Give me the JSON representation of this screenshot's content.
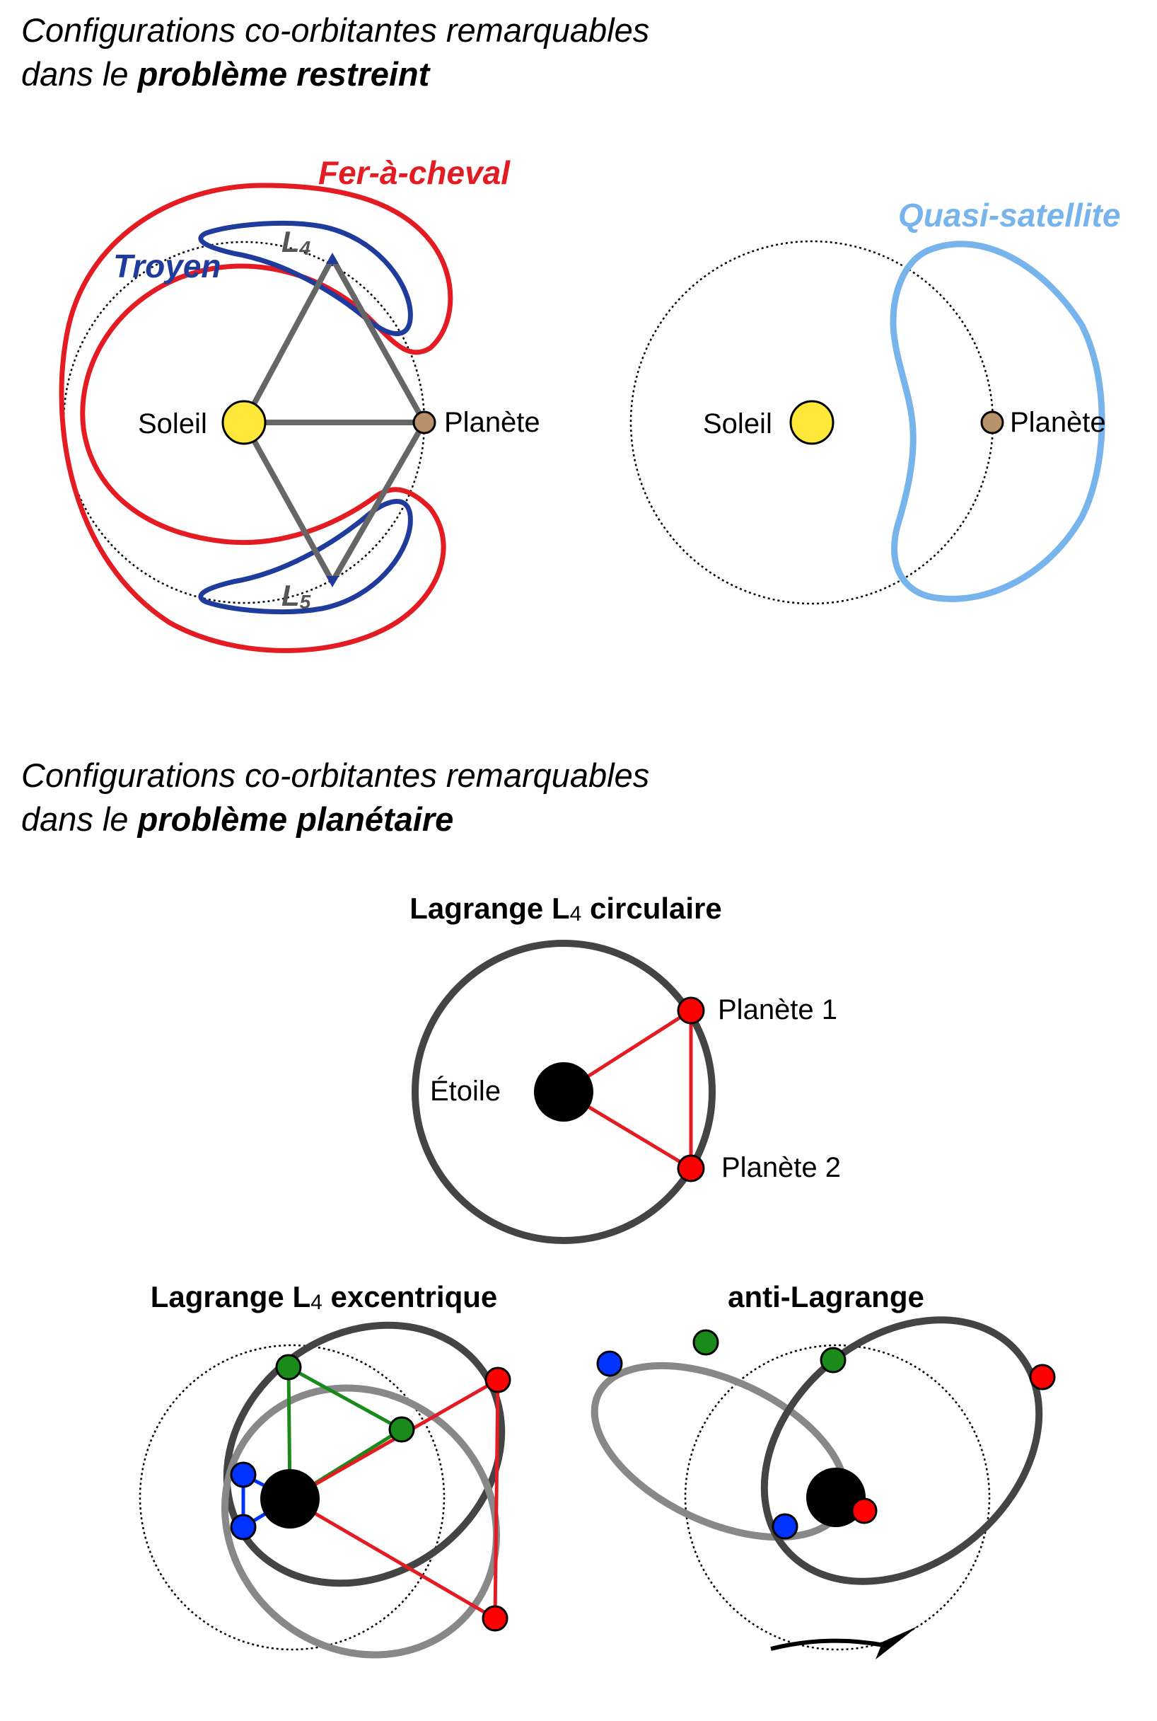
{
  "section_restricted": {
    "heading_line1": "Configurations co-orbitantes remarquables",
    "heading_line2_prefix": "dans le ",
    "heading_line2_bold": "problème restreint",
    "horseshoe_label": "Fer-à-cheval",
    "trojan_label": "Troyen",
    "quasi_satellite_label": "Quasi-satellite",
    "l4_letter": "L",
    "l4_index": "4",
    "l5_letter": "L",
    "l5_index": "5",
    "sun_label_left": "Soleil",
    "planet_label_left": "Planète",
    "sun_label_right": "Soleil",
    "planet_label_right": "Planète"
  },
  "section_planetary": {
    "heading_line1": "Configurations co-orbitantes remarquables",
    "heading_line2_prefix": "dans le ",
    "heading_line2_bold": "problème planétaire",
    "circular_title_a": "Lagrange L",
    "circular_title_sub": "4",
    "circular_title_b": " circulaire",
    "star_label": "Étoile",
    "planet1_label": "Planète 1",
    "planet2_label": "Planète 2",
    "eccentric_title_a": "Lagrange L",
    "eccentric_title_sub": "4",
    "eccentric_title_b": " excentrique",
    "anti_title": "anti-Lagrange"
  },
  "colors": {
    "horseshoe": "#e31b23",
    "trojan": "#1f3c9c",
    "quasi_satellite": "#78b4ec",
    "sun": "#ffe83a",
    "planet": "#b8926a",
    "triangle_gray": "#666666",
    "orbit_dark": "#444444",
    "orbit_light": "#888888",
    "red_body": "#ff0000",
    "green_body": "#1a8a1a",
    "blue_body": "#0033ff"
  }
}
